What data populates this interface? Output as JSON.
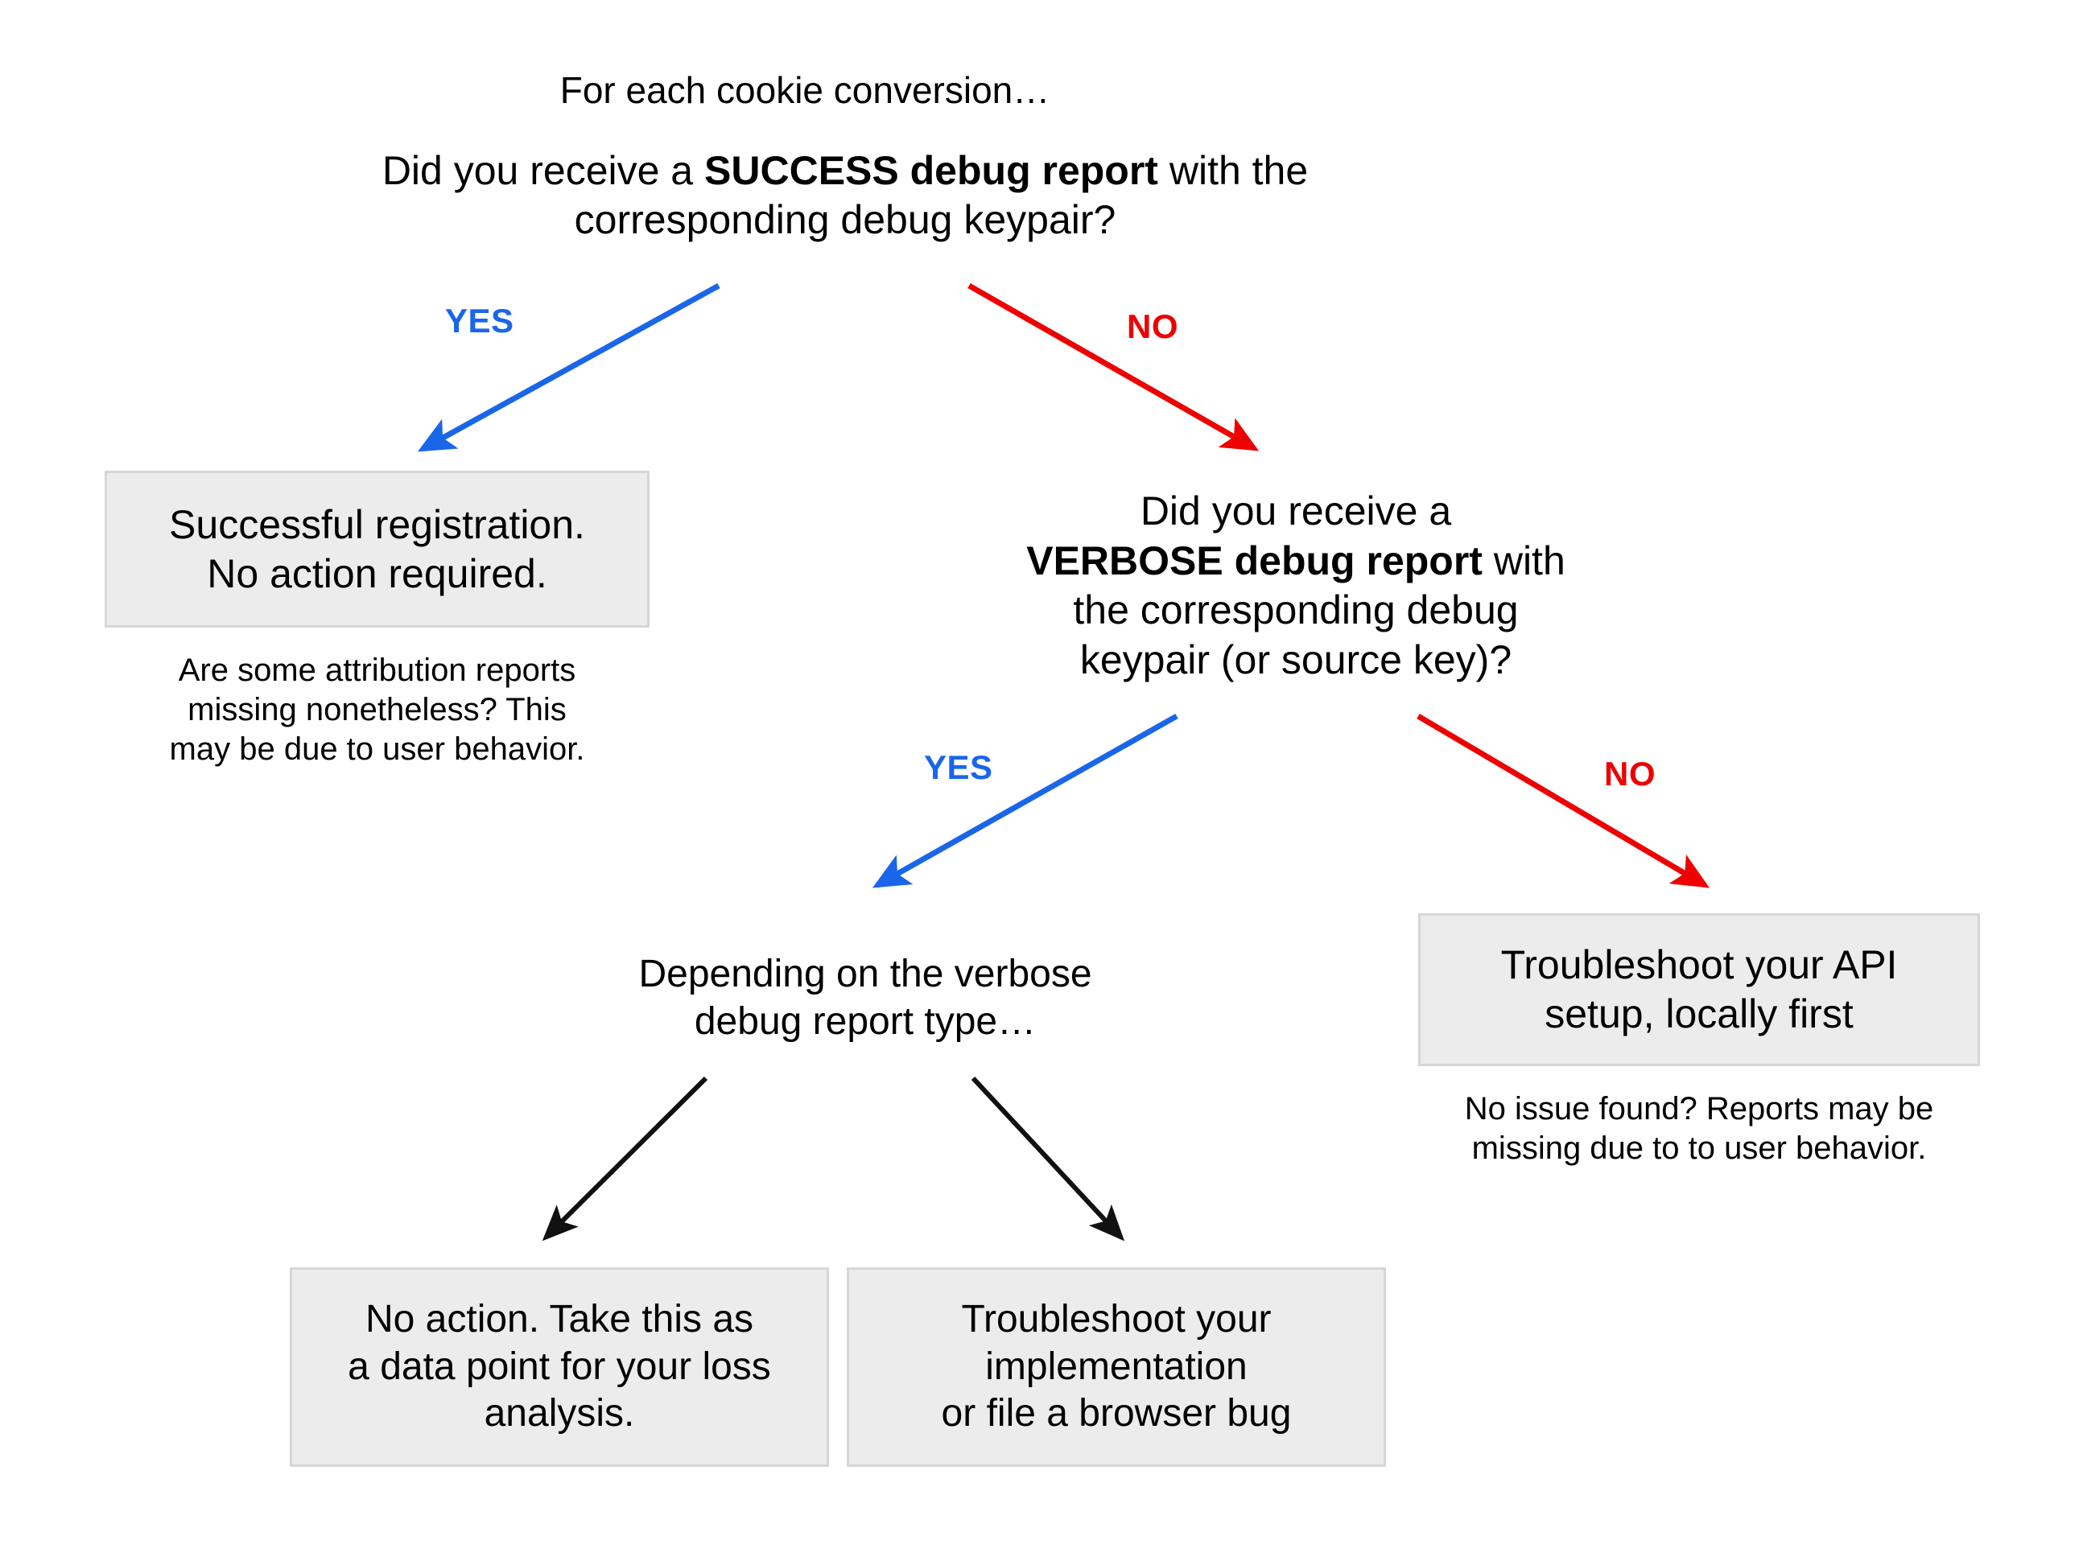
{
  "diagram": {
    "title_intro": "For each cookie conversion…",
    "background_color": "#ffffff",
    "box_fill": "#ececec",
    "box_border": "#d6d6d6",
    "yes_color": "#1a66ea",
    "no_color": "#ee0000",
    "arrow_color": "#000000"
  },
  "nodes": {
    "intro": "For each cookie conversion…",
    "question1_pre": "Did you receive a ",
    "question1_bold": "SUCCESS debug report",
    "question1_post": " with the\ncorresponding debug keypair?",
    "box_success": "Successful registration.\nNo action required.",
    "note_success": "Are some attribution reports\nmissing nonetheless? This\nmay be due to user behavior.",
    "question2_pre": "Did you receive a\n",
    "question2_bold": "VERBOSE debug report",
    "question2_post": " with\nthe corresponding debug\nkeypair (or source key)?",
    "depending": "Depending on the verbose\ndebug report type…",
    "box_api": "Troubleshoot your API\nsetup, locally first",
    "note_api": "No issue found? Reports may be\nmissing due to to user behavior.",
    "box_no_action": "No action. Take this as\na data point for your loss\nanalysis.",
    "box_troubleshoot": "Troubleshoot your\nimplementation\nor file a browser bug"
  },
  "edges": {
    "yes1": "YES",
    "no1": "NO",
    "yes2": "YES",
    "no2": "NO"
  }
}
